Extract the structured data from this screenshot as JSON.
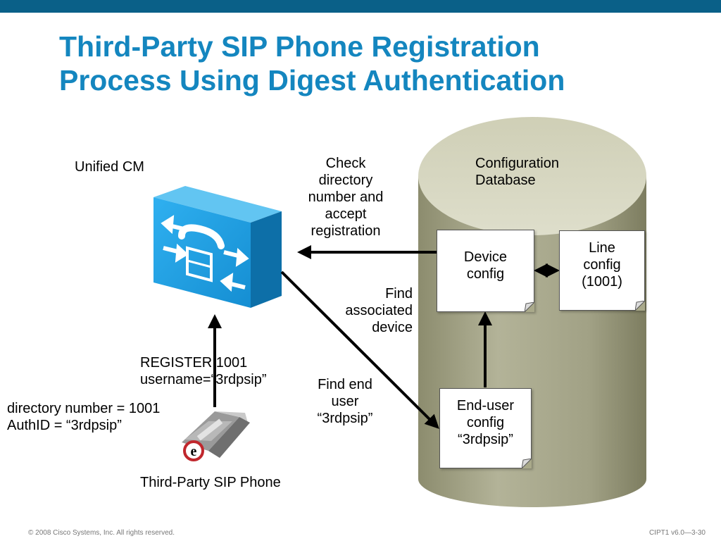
{
  "slide": {
    "title_line1": "Third-Party SIP Phone Registration",
    "title_line2": "Process Using Digest Authentication"
  },
  "diagram": {
    "unified_cm_label": "Unified CM",
    "db_title_line1": "Configuration",
    "db_title_line2": "Database",
    "check_label": [
      "Check",
      "directory",
      "number and",
      "accept",
      "registration"
    ],
    "find_device_label": [
      "Find",
      "associated",
      "device"
    ],
    "find_user_label": [
      "Find end",
      "user",
      "“3rdpsip”"
    ],
    "register_line1": "REGISTER 1001",
    "register_line2": "username=“3rdpsip”",
    "phone_info_line1": "directory number = 1001",
    "phone_info_line2": "AuthID = “3rdpsip”",
    "phone_label": "Third-Party SIP Phone",
    "phone_badge": "e",
    "device_config": [
      "Device",
      "config"
    ],
    "line_config": [
      "Line",
      "config",
      "(1001)"
    ],
    "enduser_config": [
      "End-user",
      "config",
      "“3rdpsip”"
    ]
  },
  "footer": {
    "copyright": "© 2008 Cisco Systems, Inc. All rights reserved.",
    "course": "CIPT1 v6.0—3-30"
  },
  "colors": {
    "title": "#1486bf",
    "top_bar": "#0a6088",
    "router_blue": "#1a9be0",
    "database": "#a9a98a"
  }
}
